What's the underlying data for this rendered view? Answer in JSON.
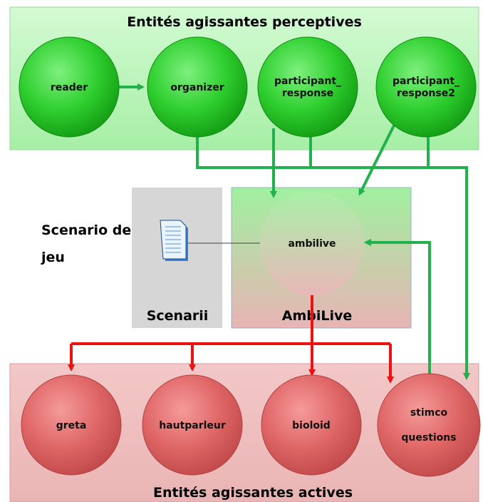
{
  "top_panel": {
    "title": "Entités agissantes perceptives"
  },
  "bottom_panel": {
    "title": "Entités agissantes actives"
  },
  "scenarii_box": {
    "label": "Scenarii"
  },
  "ambilive_box": {
    "label": "AmbiLive"
  },
  "side_label": {
    "line1": "Scenario de",
    "line2": "jeu"
  },
  "nodes": {
    "reader": {
      "label": "reader"
    },
    "organizer": {
      "label": "organizer"
    },
    "participant_response": {
      "line1": "participant_",
      "line2": "response"
    },
    "participant_response2": {
      "line1": "participant_",
      "line2": "response2"
    },
    "ambilive": {
      "label": "ambilive"
    },
    "greta": {
      "label": "greta"
    },
    "hautparleur": {
      "label": "hautparleur"
    },
    "bioloid": {
      "label": "bioloid"
    },
    "stimco": {
      "line1": "stimco",
      "line2": "questions"
    }
  },
  "colors": {
    "green_arrow": "#22b14c",
    "red_arrow": "#ee1111",
    "green_panel": "#b8f5b8",
    "red_panel": "#f2c2c2"
  }
}
